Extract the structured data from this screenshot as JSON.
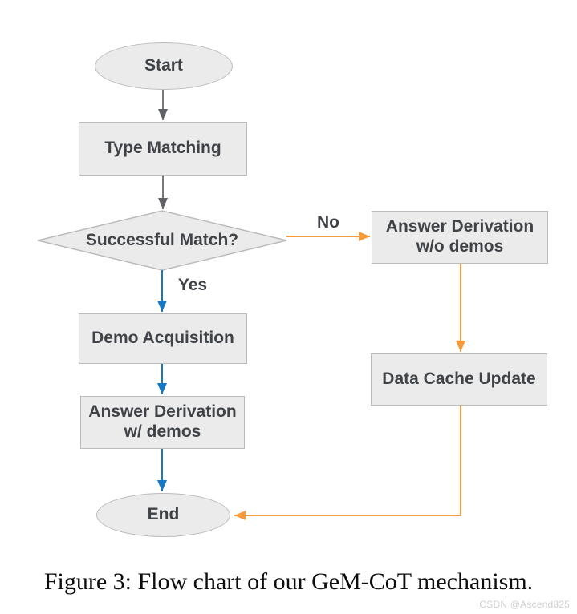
{
  "flowchart": {
    "nodes": {
      "start": {
        "label": "Start"
      },
      "type_matching": {
        "label": "Type Matching"
      },
      "successful_match": {
        "label": "Successful Match?"
      },
      "answer_derivation_wo_demos": {
        "lines": [
          "Answer Derivation",
          "w/o demos"
        ]
      },
      "demo_acquisition": {
        "label": "Demo Acquisition"
      },
      "answer_derivation_w_demos": {
        "lines": [
          "Answer Derivation",
          "w/ demos"
        ]
      },
      "data_cache_update": {
        "label": "Data Cache Update"
      },
      "end": {
        "label": "End"
      }
    },
    "edge_labels": {
      "no": "No",
      "yes": "Yes"
    },
    "colors": {
      "node_fill": "#ebebeb",
      "node_border": "#b9bbbd",
      "node_text": "#3f4347",
      "gray_arrow": "#77797c",
      "gray_arrowhead": "#606265",
      "blue_arrow": "#1678c2",
      "orange_arrow": "#f89a38"
    }
  },
  "caption": "Figure 3: Flow chart of our GeM-CoT mechanism.",
  "watermark": "CSDN @Ascend825"
}
